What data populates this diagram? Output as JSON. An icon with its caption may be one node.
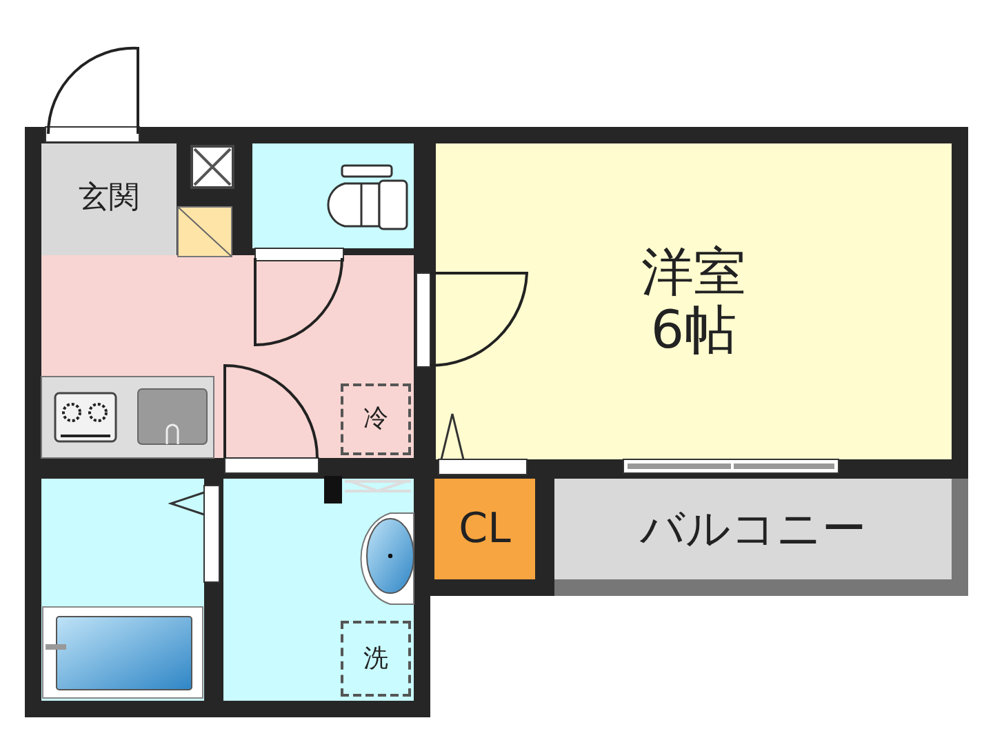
{
  "diagram": {
    "nodes": [
      {
        "text": [
          "玄関"
        ]
      },
      {
        "text": [],
        "shape": "box"
      },
      {
        "text": [
          "洋室",
          "6帖"
        ]
      },
      {
        "text": [],
        "shape": "box"
      },
      {
        "text": [
          "冷"
        ],
        "in": 3
      },
      {
        "text": [],
        "shape": "box"
      },
      {
        "text": [],
        "shape": "box"
      },
      {
        "text": [
          "洗"
        ],
        "in": 6
      },
      {
        "text": [
          "CL"
        ]
      },
      {
        "text": [
          "バルコニー"
        ]
      }
    ]
  }
}
